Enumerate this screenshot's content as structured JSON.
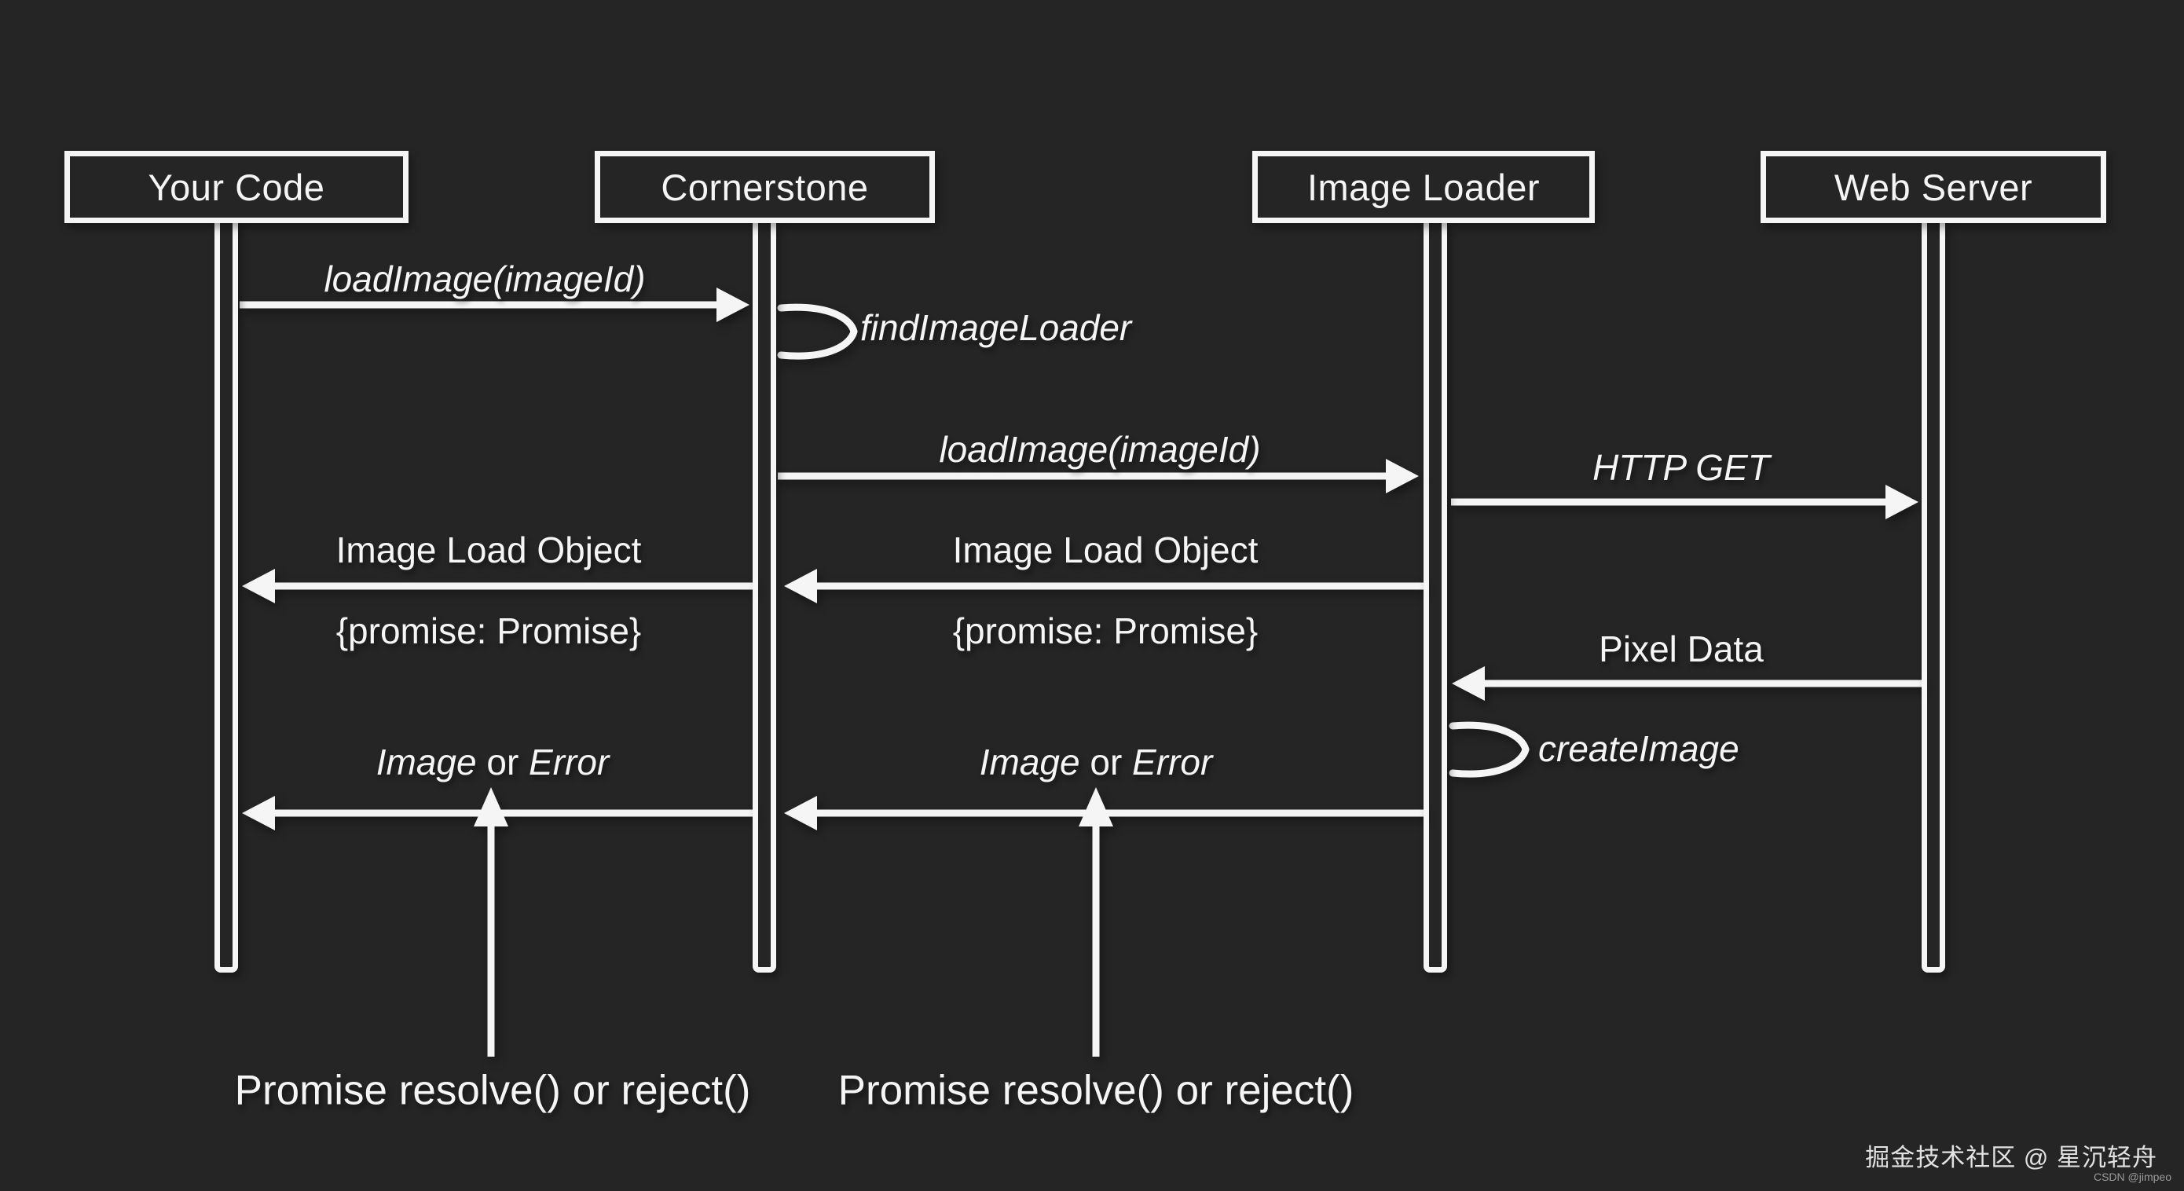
{
  "canvas": {
    "background_color": "#252525",
    "line_color": "#f5f5f5"
  },
  "diagram": {
    "type": "sequence-diagram",
    "actors": [
      {
        "id": "your-code",
        "label": "Your Code"
      },
      {
        "id": "cornerstone",
        "label": "Cornerstone"
      },
      {
        "id": "image-loader",
        "label": "Image Loader"
      },
      {
        "id": "web-server",
        "label": "Web Server"
      }
    ],
    "messages": {
      "load_image_1": "loadImage(imageId)",
      "find_image_loader": "findImageLoader",
      "load_image_2": "loadImage(imageId)",
      "http_get": "HTTP GET",
      "image_load_object": "Image Load Object",
      "promise_object": "{promise: Promise}",
      "pixel_data": "Pixel Data",
      "create_image": "createImage",
      "image_or_error": {
        "image": "Image",
        "or": " or ",
        "error": "Error"
      },
      "promise_resolve": "Promise resolve() or reject()"
    },
    "flow": [
      {
        "from": "your-code",
        "to": "cornerstone",
        "label": "loadImage(imageId)"
      },
      {
        "self": "cornerstone",
        "label": "findImageLoader"
      },
      {
        "from": "cornerstone",
        "to": "image-loader",
        "label": "loadImage(imageId)"
      },
      {
        "from": "image-loader",
        "to": "web-server",
        "label": "HTTP GET"
      },
      {
        "from": "cornerstone",
        "to": "your-code",
        "label": "Image Load Object {promise: Promise}"
      },
      {
        "from": "image-loader",
        "to": "cornerstone",
        "label": "Image Load Object {promise: Promise}"
      },
      {
        "from": "web-server",
        "to": "image-loader",
        "label": "Pixel Data"
      },
      {
        "self": "image-loader",
        "label": "createImage"
      },
      {
        "from": "cornerstone",
        "to": "your-code",
        "label": "Image or Error"
      },
      {
        "from": "image-loader",
        "to": "cornerstone",
        "label": "Image or Error"
      },
      {
        "note": "Promise resolve() or reject()",
        "targets": [
          "your-code",
          "cornerstone"
        ]
      }
    ]
  },
  "watermark": {
    "main": "掘金技术社区 @ 星沉轻舟",
    "sub": "CSDN @jimpeo"
  }
}
